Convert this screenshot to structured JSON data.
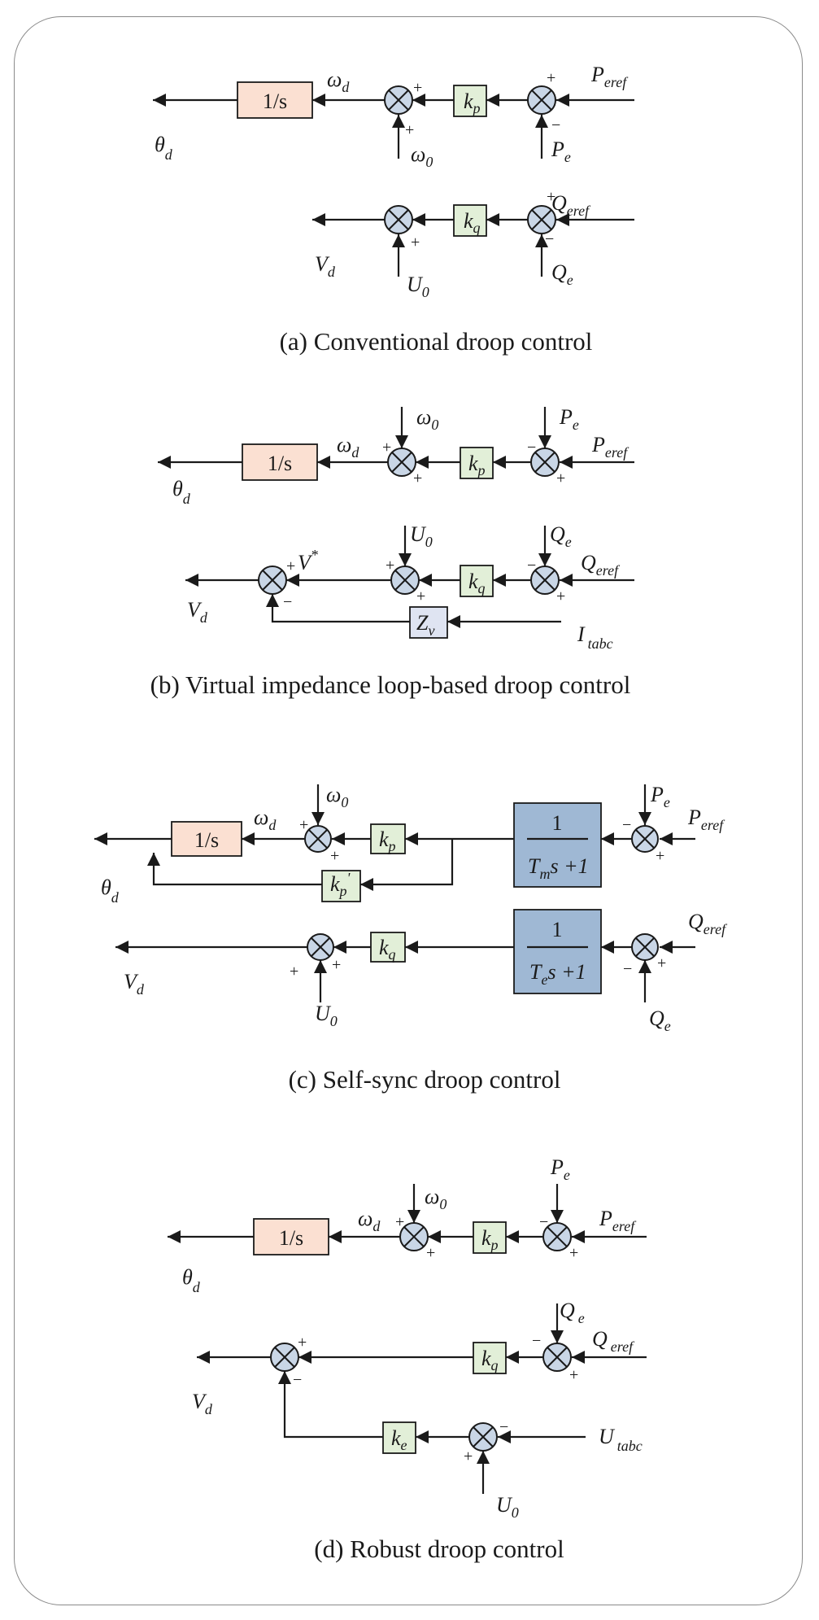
{
  "captions": {
    "a": "(a) Conventional droop control",
    "b": "(b) Virtual impedance loop-based droop control",
    "c": "(c) Self-sync droop control",
    "d": "(d) Robust droop control"
  },
  "symbols": {
    "theta": "θ",
    "omega": "ω",
    "P": "P",
    "Q": "Q",
    "V": "V",
    "U": "U",
    "I": "I",
    "Z": "Z",
    "k": "k",
    "T": "T",
    "sub_d": "d",
    "sub_0": "0",
    "sub_e": "e",
    "sub_eref": "eref",
    "sub_p": "p",
    "sub_q": "q",
    "sub_v": "v",
    "sub_m": "m",
    "sub_tabc": "tabc",
    "star": "*",
    "prime": "'",
    "integrator": "1/s",
    "one": "1",
    "s_plus_1": "s +1",
    "plus": "+",
    "minus": "−"
  },
  "colors": {
    "integrator_fill": "#fbe0d2",
    "gain_fill": "#e2efd8",
    "impedance_fill": "#dfe4f2",
    "lag_fill": "#9fb8d4",
    "summer_fill": "#c9d6e6",
    "frame": "#8a8a8a"
  }
}
